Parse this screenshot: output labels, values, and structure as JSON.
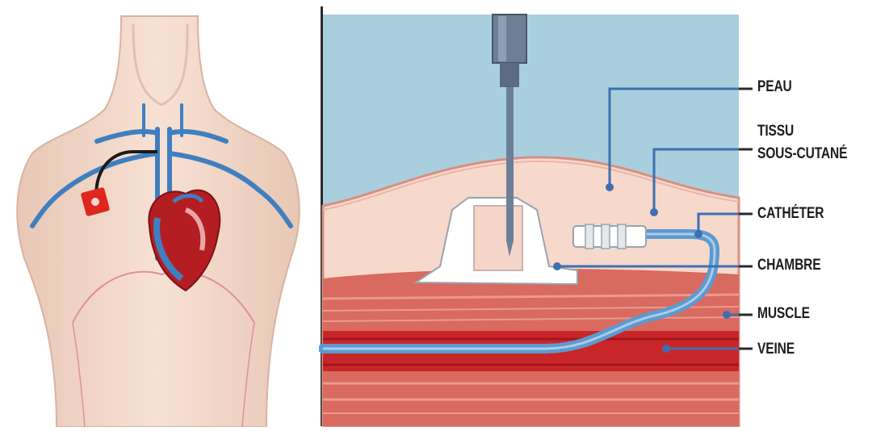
{
  "labels": {
    "peau": "PEAU",
    "tissu_line1": "TISSU",
    "tissu_line2": "SOUS-CUTANÉ",
    "catheter": "CATHÉTER",
    "chambre": "CHAMBRE",
    "muscle": "MUSCLE",
    "veine": "VEINE"
  },
  "colors": {
    "skin": "#f3d7c6",
    "vessel": "#3f7fc0",
    "port": "#e0271f",
    "sky": "#a9cfdf",
    "tissue": "#f6d9cb",
    "muscle": "#d96a60",
    "vein": "#c9262a",
    "catheter": "#5d9ad0"
  }
}
